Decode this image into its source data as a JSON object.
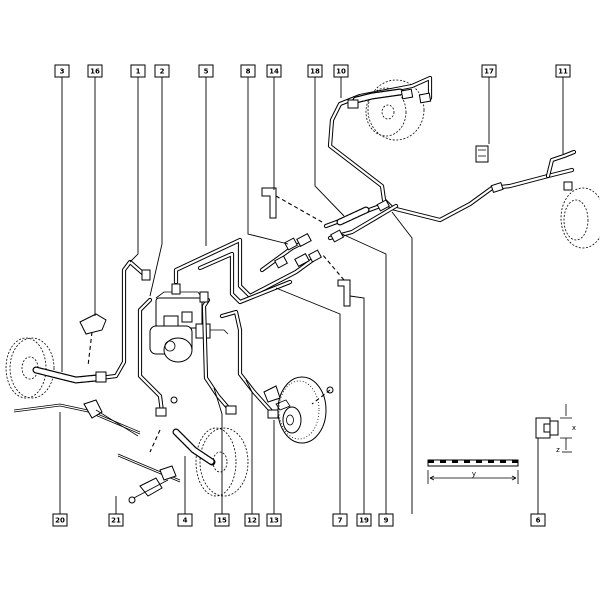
{
  "callouts": [
    {
      "id": "c3",
      "label": "3"
    },
    {
      "id": "c16",
      "label": "16"
    },
    {
      "id": "c1",
      "label": "1"
    },
    {
      "id": "c2",
      "label": "2"
    },
    {
      "id": "c5",
      "label": "5"
    },
    {
      "id": "c8",
      "label": "8"
    },
    {
      "id": "c14",
      "label": "14"
    },
    {
      "id": "c18",
      "label": "18"
    },
    {
      "id": "c10",
      "label": "10"
    },
    {
      "id": "c17",
      "label": "17"
    },
    {
      "id": "c11",
      "label": "11"
    },
    {
      "id": "c20",
      "label": "20"
    },
    {
      "id": "c21",
      "label": "21"
    },
    {
      "id": "c4",
      "label": "4"
    },
    {
      "id": "c15",
      "label": "15"
    },
    {
      "id": "c12",
      "label": "12"
    },
    {
      "id": "c13",
      "label": "13"
    },
    {
      "id": "c7",
      "label": "7"
    },
    {
      "id": "c19",
      "label": "19"
    },
    {
      "id": "c9",
      "label": "9"
    },
    {
      "id": "c6",
      "label": "6"
    }
  ],
  "dimensions": {
    "x": "x",
    "y": "y",
    "z": "z"
  }
}
